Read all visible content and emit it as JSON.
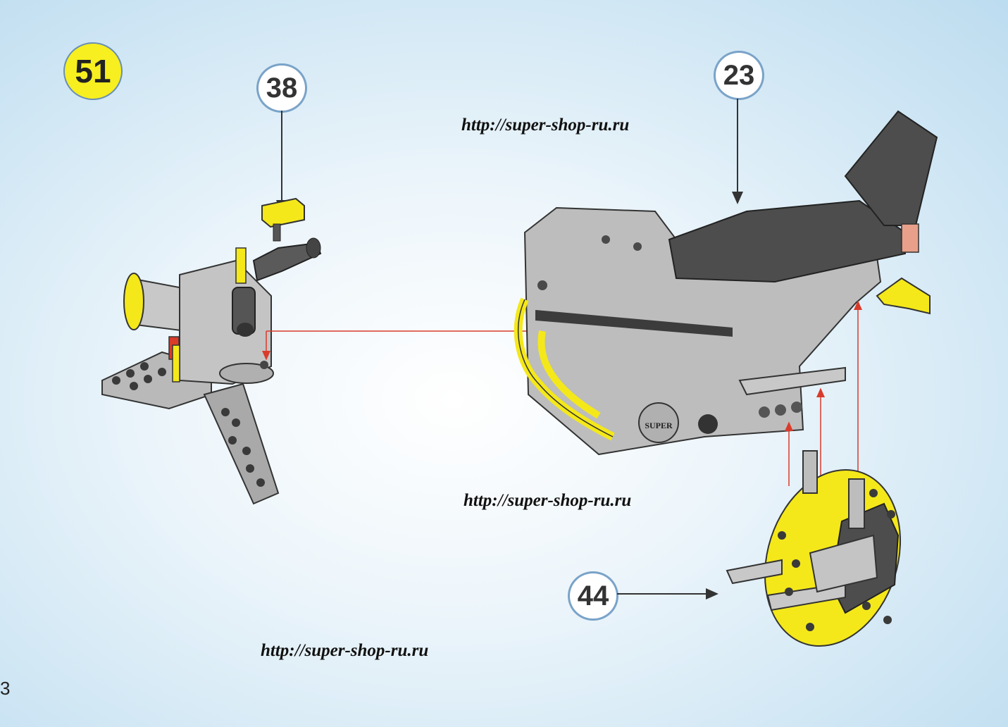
{
  "step": {
    "number": "51"
  },
  "callouts": {
    "left_part": "38",
    "right_part": "23",
    "bottom_part": "44"
  },
  "watermarks": [
    "http://super-shop-ru.ru",
    "http://super-shop-ru.ru",
    "http://super-shop-ru.ru"
  ],
  "model_label": "SUPER",
  "page_number": "3",
  "colors": {
    "badge_yellow": "#f7ef1f",
    "part_gray": "#b9b9b9",
    "part_dark": "#4d4d4d",
    "part_yellow": "#f4e81a",
    "arrow_red": "#d93b2b"
  }
}
